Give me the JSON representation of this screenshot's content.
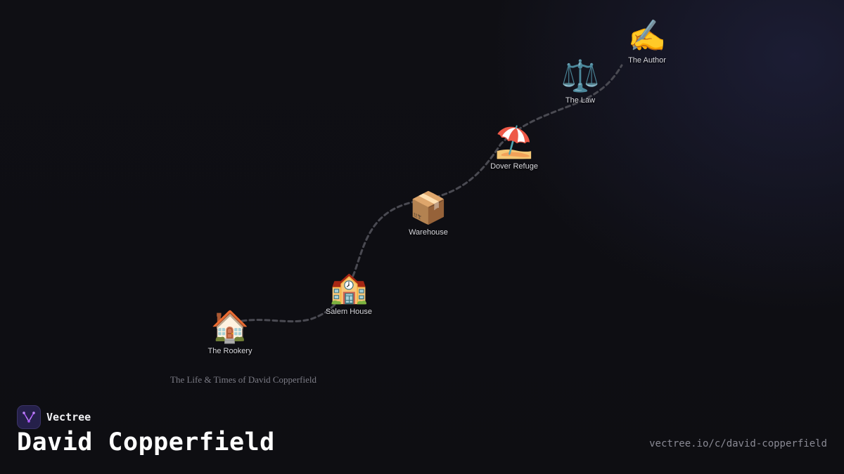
{
  "diagram": {
    "caption": "The Life & Times of David Copperfield",
    "path_color": "#4a4a52",
    "nodes": [
      {
        "id": "rookery",
        "icon": "house-icon",
        "emoji": "🏠",
        "label": "The Rookery"
      },
      {
        "id": "salem-house",
        "icon": "school-icon",
        "emoji": "🏫",
        "label": "Salem House"
      },
      {
        "id": "warehouse",
        "icon": "package-icon",
        "emoji": "📦",
        "label": "Warehouse"
      },
      {
        "id": "dover-refuge",
        "icon": "beach-umbrella-icon",
        "emoji": "⛱️",
        "label": "Dover Refuge"
      },
      {
        "id": "the-law",
        "icon": "scales-icon",
        "emoji": "⚖️",
        "label": "The Law"
      },
      {
        "id": "the-author",
        "icon": "writing-hand-icon",
        "emoji": "✍️",
        "label": "The Author"
      }
    ]
  },
  "brand": {
    "name": "Vectree",
    "logo_icon": "vectree-logo-icon",
    "accent": "#a855f7"
  },
  "footer": {
    "title": "David Copperfield",
    "url": "vectree.io/c/david-copperfield"
  }
}
